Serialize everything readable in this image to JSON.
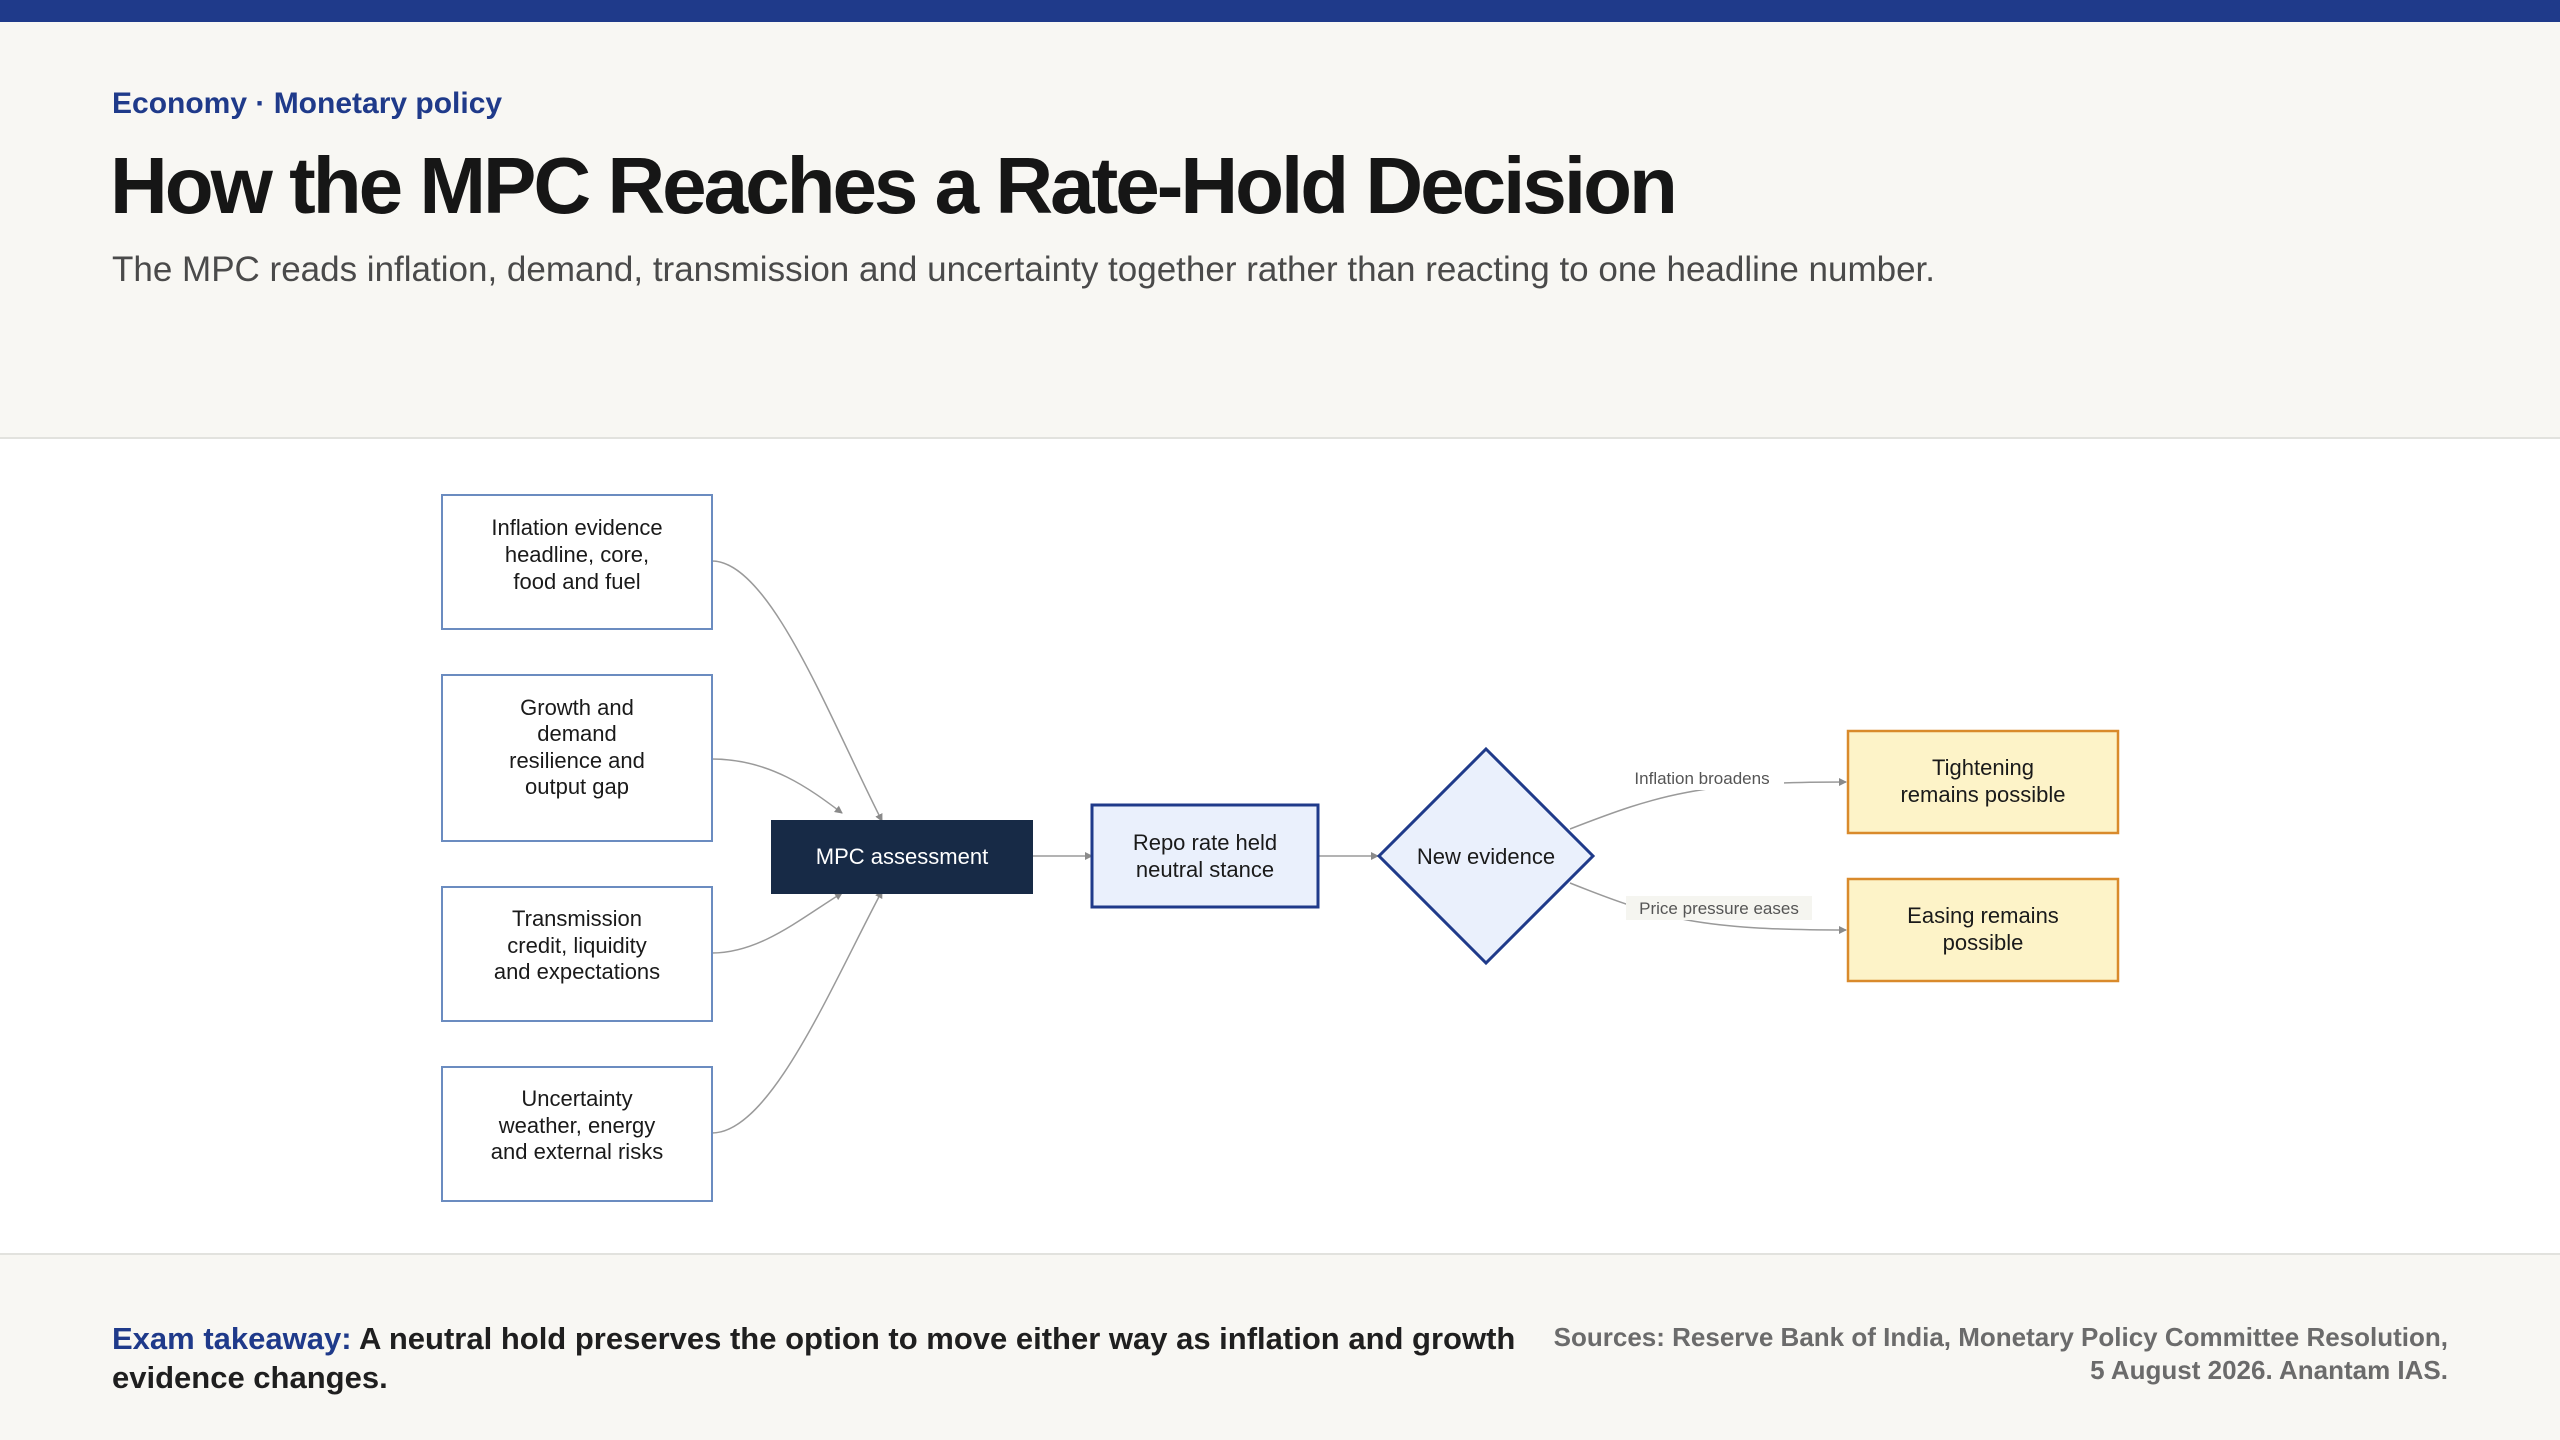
{
  "header": {
    "kicker": "Economy · Monetary policy",
    "title": "How the MPC Reaches a Rate-Hold Decision",
    "subtitle": "The MPC reads inflation, demand, transmission and uncertainty together rather than reacting to one headline number."
  },
  "diagram": {
    "inputs": [
      {
        "lines": [
          "Inflation evidence",
          "headline, core,",
          "food and fuel"
        ]
      },
      {
        "lines": [
          "Growth and",
          "demand",
          "resilience and",
          "output gap"
        ]
      },
      {
        "lines": [
          "Transmission",
          "credit, liquidity",
          "and expectations"
        ]
      },
      {
        "lines": [
          "Uncertainty",
          "weather, energy",
          "and external risks"
        ]
      }
    ],
    "assessment": {
      "label": "MPC assessment"
    },
    "decision": {
      "lines": [
        "Repo rate held",
        "neutral stance"
      ]
    },
    "evidence": {
      "label": "New evidence"
    },
    "outcomes": [
      {
        "lines": [
          "Tightening",
          "remains possible"
        ],
        "edge_label": "Inflation broadens"
      },
      {
        "lines": [
          "Easing remains",
          "possible"
        ],
        "edge_label": "Price pressure eases"
      }
    ]
  },
  "footer": {
    "takeaway_label": "Exam takeaway:",
    "takeaway_text": " A neutral hold preserves the option to move either way as inflation and growth evidence changes.",
    "sources": "Sources: Reserve Bank of India, Monetary Policy Committee Resolution, 5 August 2026. Anantam IAS."
  },
  "colors": {
    "brand": "#1f3a8a",
    "input_border": "#6b8cc0",
    "assessment_fill": "#172a46",
    "decision_fill": "#eaf0fc",
    "outcome_fill": "#fdf3c8",
    "outcome_border": "#d98a2b"
  }
}
